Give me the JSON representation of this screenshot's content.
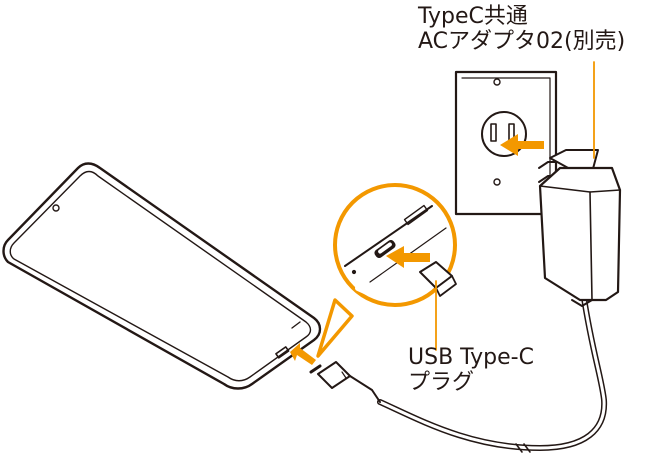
{
  "labels": {
    "adapter_line1": "TypeC共通",
    "adapter_line2": "ACアダプタ02(別売)",
    "plug_line1": "USB Type-C",
    "plug_line2": "プラグ"
  },
  "colors": {
    "accent": "#f39800",
    "line": "#231815",
    "fill": "#ffffff"
  },
  "icons": {
    "arrow": "thick-orange-arrow"
  }
}
